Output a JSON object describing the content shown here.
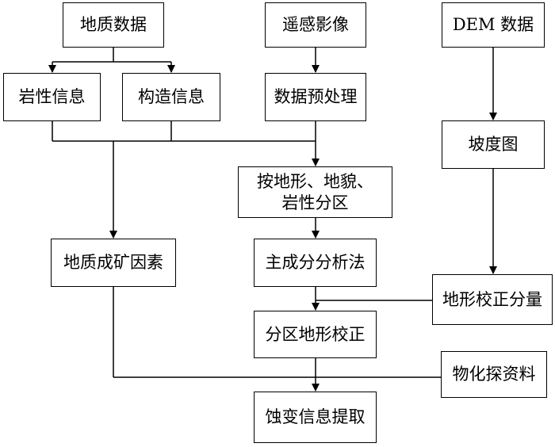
{
  "nodes": {
    "geo_data": "地质数据",
    "remote_images": "遥感影像",
    "dem_data": "DEM 数据",
    "lithology_info": "岩性信息",
    "structure_info": "构造信息",
    "data_preprocess": "数据预处理",
    "slope_map": "坡度图",
    "zoning": "按地形、地貌、\n岩性分区",
    "ore_factors": "地质成矿因素",
    "pca": "主成分分析法",
    "terrain_correction_component": "地形校正分量",
    "zone_terrain_correction": "分区地形校正",
    "geochem_data": "物化探资料",
    "alteration_extraction": "蚀变信息提取"
  },
  "colors": {
    "line": "#000000",
    "background": "#ffffff"
  }
}
